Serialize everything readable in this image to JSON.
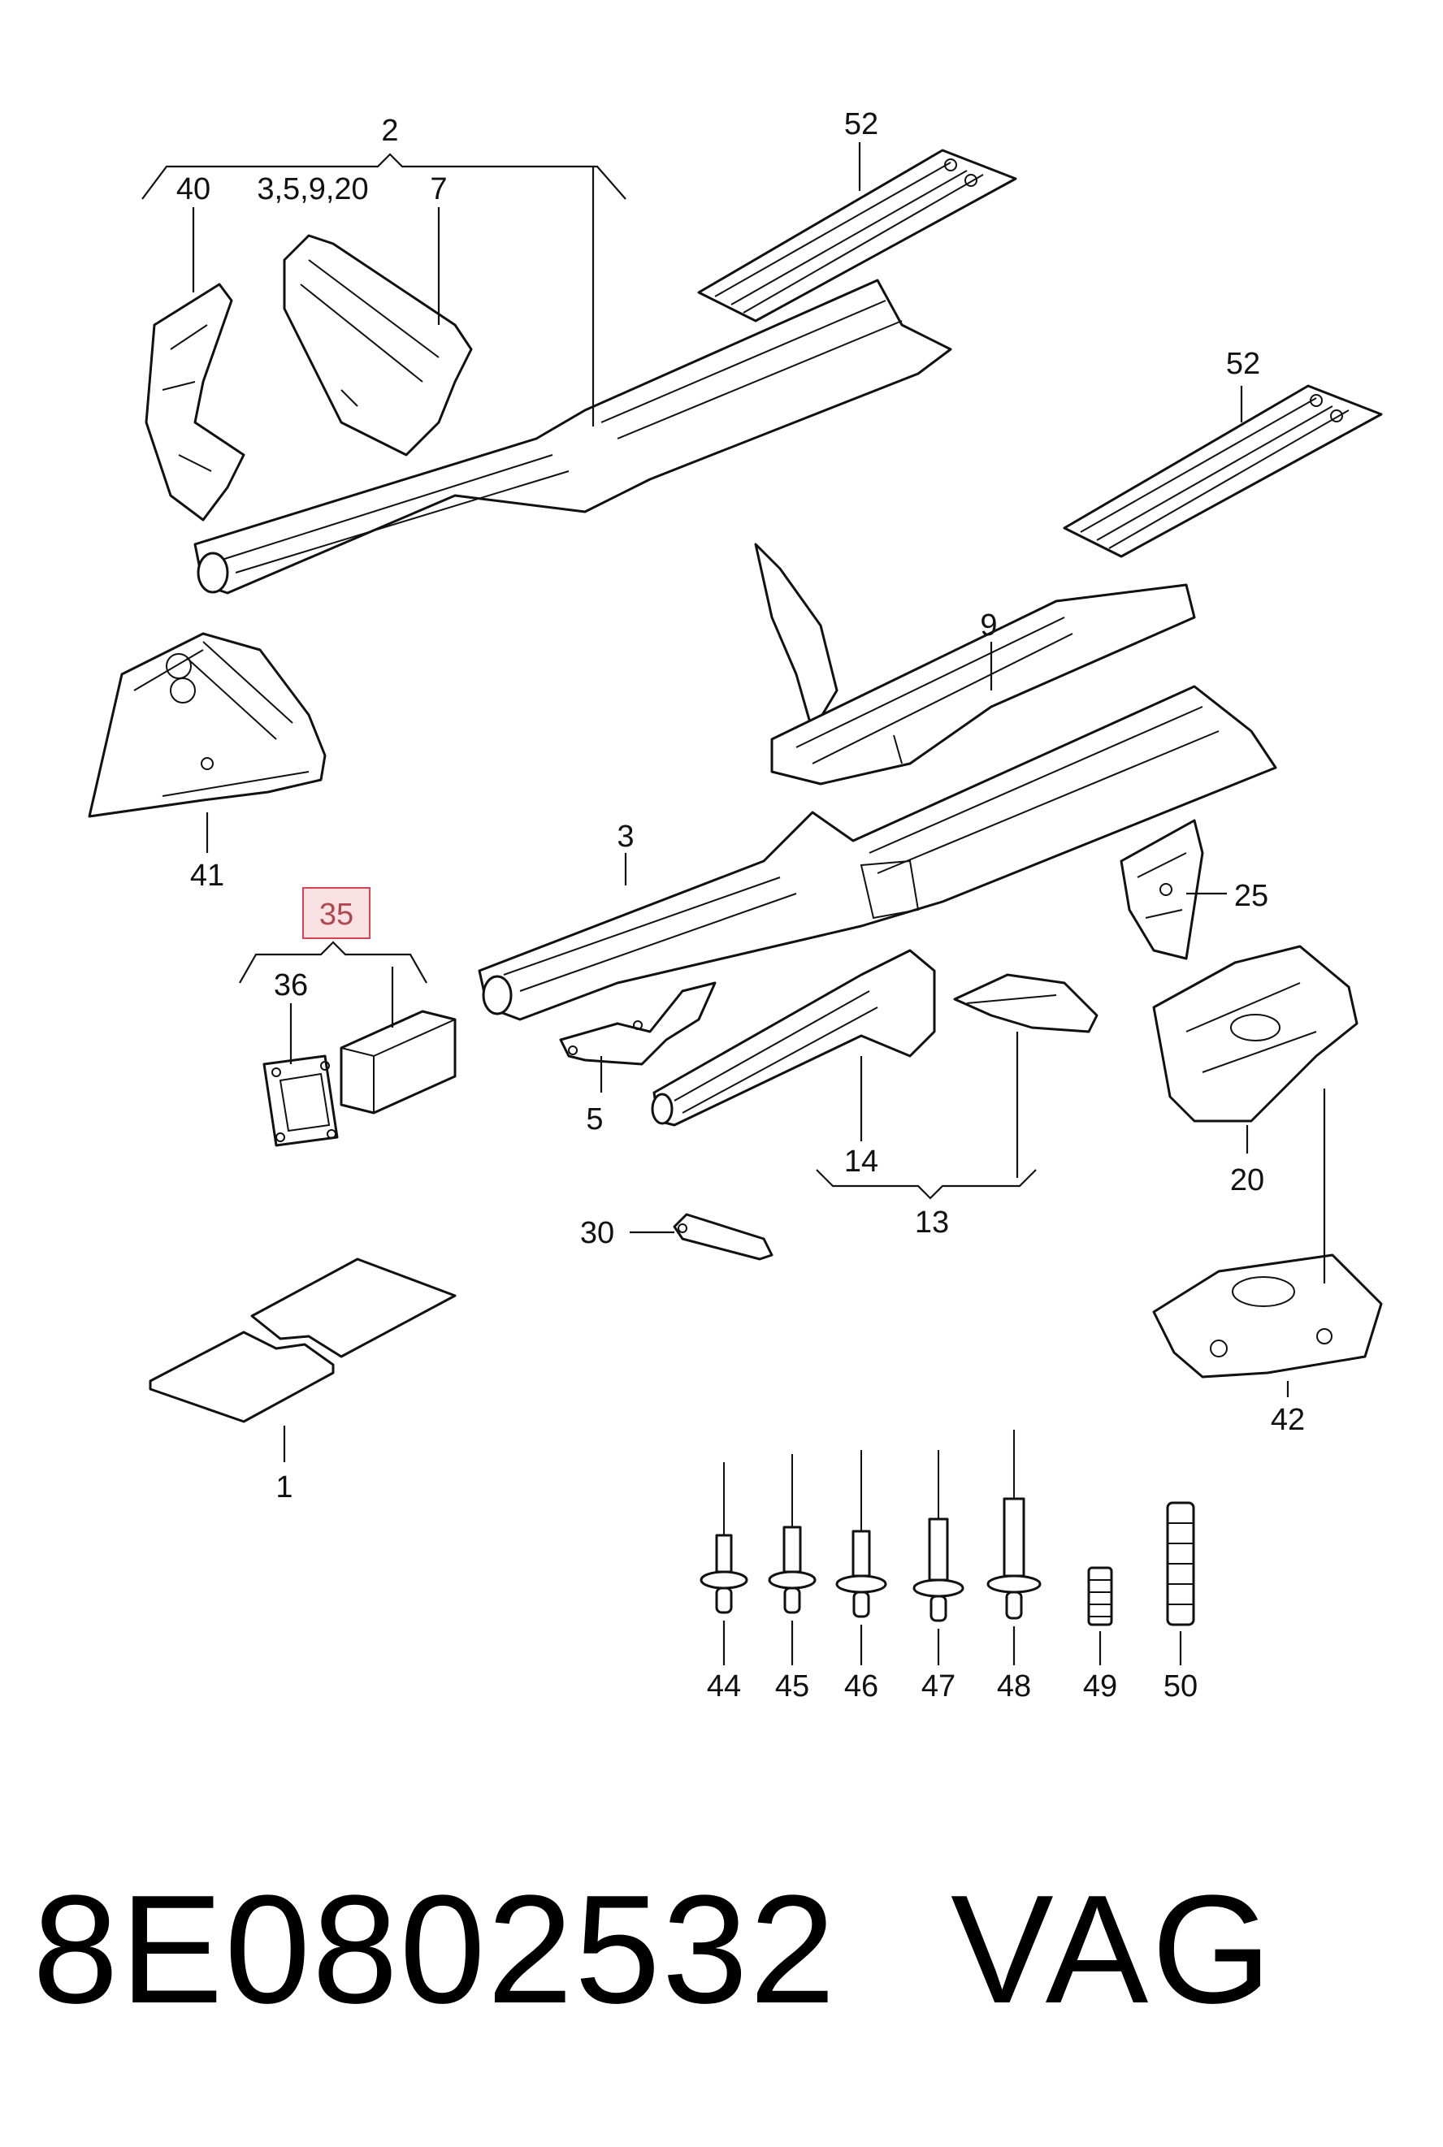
{
  "diagram": {
    "callouts": {
      "c1": "1",
      "c2": "2",
      "c2_sub": "3,5,9,20",
      "c3": "3",
      "c5": "5",
      "c7": "7",
      "c9": "9",
      "c13": "13",
      "c14": "14",
      "c20": "20",
      "c25": "25",
      "c30": "30",
      "c35": "35",
      "c36": "36",
      "c40": "40",
      "c41": "41",
      "c42": "42",
      "c44": "44",
      "c45": "45",
      "c46": "46",
      "c47": "47",
      "c48": "48",
      "c49": "49",
      "c50": "50",
      "c52a": "52",
      "c52b": "52"
    },
    "highlighted_callout": "35",
    "highlight_color": "#d9434f"
  },
  "footer": {
    "part_number": "8E0802532",
    "brand": "VAG"
  }
}
